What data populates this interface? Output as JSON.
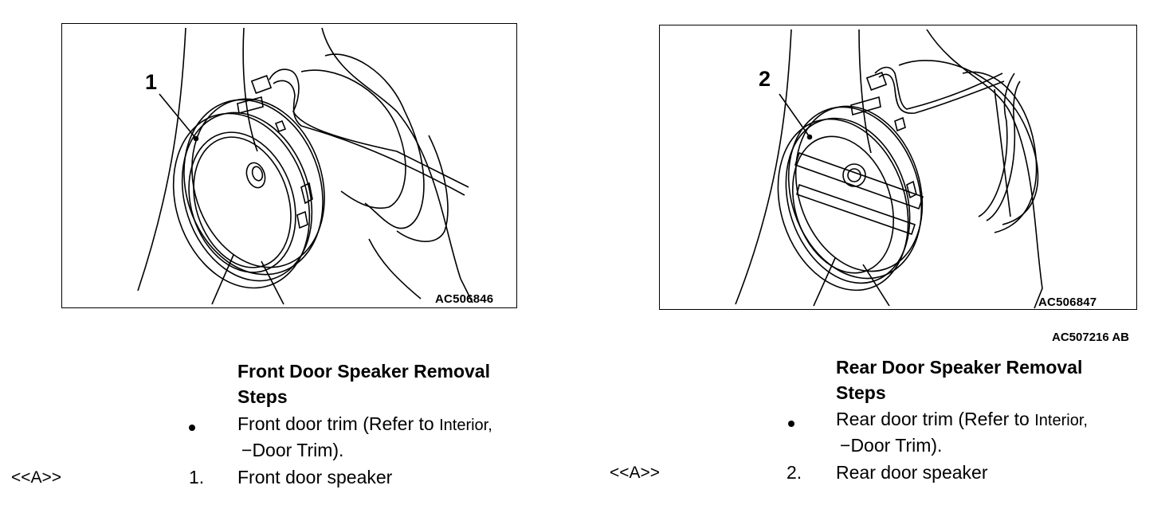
{
  "document_id": "AC507216 AB",
  "figures": [
    {
      "callout": "1",
      "code": "AC506846"
    },
    {
      "callout": "2",
      "code": "AC506847"
    }
  ],
  "front": {
    "heading_line1": "Front Door Speaker Removal",
    "heading_line2": "Steps",
    "bullet_prefix": "Front door trim (Refer to ",
    "bullet_link": "Interior,",
    "bullet_line2_dash": "−",
    "bullet_line2": "Door Trim",
    "bullet_line2_end": ").",
    "ref": "<<A>>",
    "step_number": "1.",
    "step_label": "Front door speaker"
  },
  "rear": {
    "heading_line1": "Rear Door Speaker Removal",
    "heading_line2": "Steps",
    "bullet_prefix": "Rear door trim (Refer to ",
    "bullet_link": "Interior,",
    "bullet_line2_dash": "−",
    "bullet_line2": "Door Trim",
    "bullet_line2_end": ").",
    "ref": "<<A>>",
    "step_number": "2.",
    "step_label": "Rear door speaker"
  }
}
